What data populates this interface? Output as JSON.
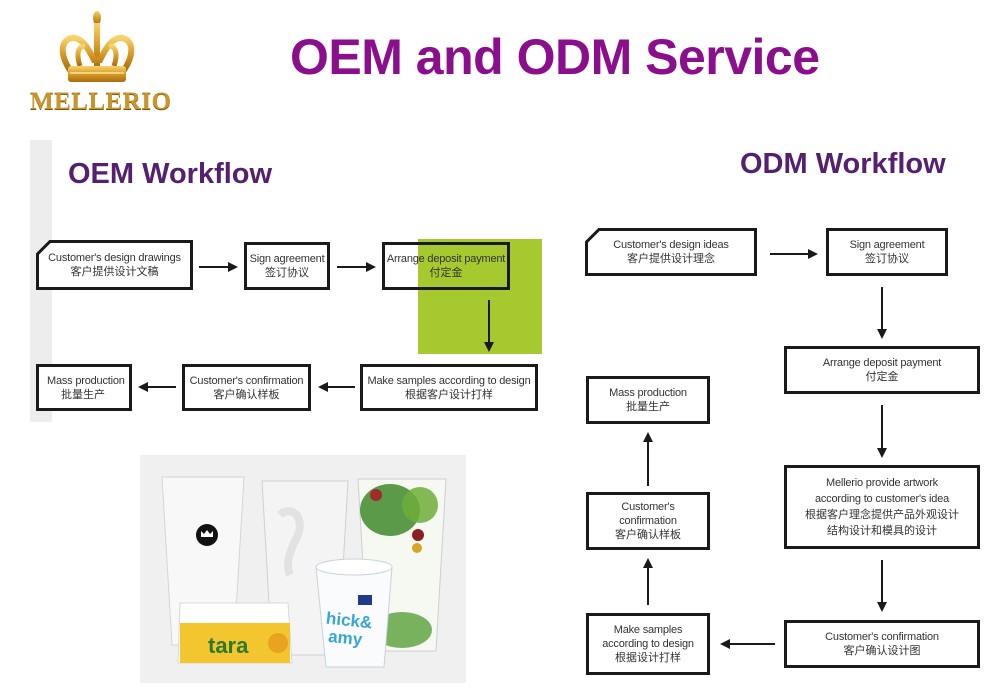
{
  "brand": {
    "name": "MELLERIO",
    "logo_icon": "crown-icon",
    "colors": {
      "gold": "#c8962a",
      "title_purple": "#8b0f8c",
      "section_purple": "#55206f",
      "green_highlight": "#a5c92e"
    }
  },
  "title": "OEM and ODM Service",
  "oem": {
    "title": "OEM Workflow",
    "steps": [
      {
        "en": "Customer's design drawings",
        "cn": "客户提供设计文稿"
      },
      {
        "en": "Sign agreement",
        "cn": "签订协议"
      },
      {
        "en": "Arrange deposit payment",
        "cn": "付定金"
      },
      {
        "en": "Make samples according to design",
        "cn": "根据客户设计打样"
      },
      {
        "en": "Customer's confirmation",
        "cn": "客户确认样板"
      },
      {
        "en": "Mass production",
        "cn": "批量生产"
      }
    ]
  },
  "odm": {
    "title": "ODM Workflow",
    "steps": [
      {
        "en": "Customer's design ideas",
        "cn": "客户提供设计理念"
      },
      {
        "en": "Sign agreement",
        "cn": "签订协议"
      },
      {
        "en": "Arrange deposit payment",
        "cn": "付定金"
      },
      {
        "en": "Mellerio provide artwork",
        "en2": "according to customer's idea",
        "cn": "根据客户理念提供产品外观设计",
        "cn2": "结构设计和模具的设计"
      },
      {
        "en": "Customer's confirmation",
        "cn": "客户确认设计图"
      },
      {
        "en": "Make samples",
        "en2": "according to design",
        "cn": "根据设计打样"
      },
      {
        "en": "Customer's",
        "en2": "confirmation",
        "cn": "客户确认样板"
      },
      {
        "en": "Mass production",
        "cn": "批量生产"
      }
    ]
  },
  "photo": {
    "alt": "Sample plastic cups and containers",
    "labels": {
      "tub": "tara",
      "cup": "thick & creamy"
    }
  }
}
